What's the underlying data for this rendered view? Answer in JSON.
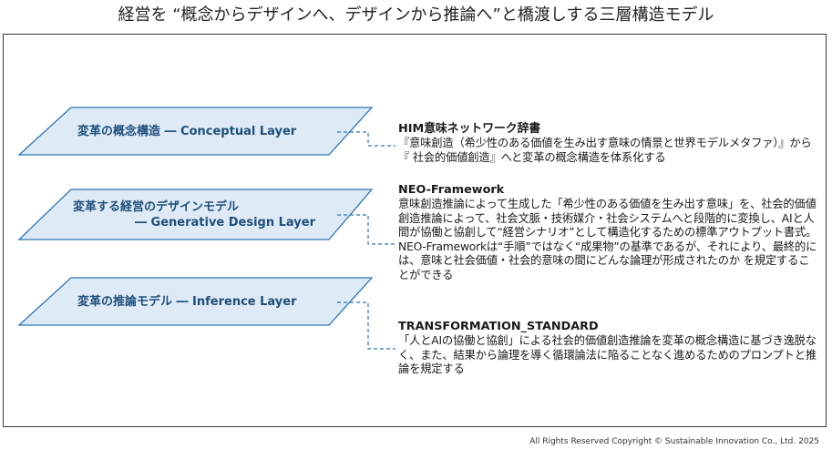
{
  "title": "経営を “概念からデザインへ、デザインから推論へ”と橋渡しする三層構造モデル",
  "colors": {
    "layer_fill": "#deebf7",
    "layer_stroke": "#2e75b6",
    "layer_text": "#1f4e79",
    "connector": "#2e75b6"
  },
  "layers": [
    {
      "line1": "変革の概念構造 ― Conceptual Layer",
      "line2": ""
    },
    {
      "line1": "変革する経営のデザインモデル",
      "line2": "― Generative Design Layer"
    },
    {
      "line1": "変革の推論モデル ― Inference Layer",
      "line2": ""
    }
  ],
  "descriptions": [
    {
      "title": "HIM意味ネットワーク辞書",
      "body": "『意味創造（希少性のある価値を生み出す意味の情景と世界モデルメタファ）』から『 社会的価値創造』へと変革の概念構造を体系化する"
    },
    {
      "title": "NEO-Framework",
      "body": "意味創造推論によって生成した「希少性のある価値を生み出す意味」を、社会的価値創造推論によって、社会文脈・技術媒介・社会システムへと段階的に変換し、AIと人間が協働と協創して“経営シナリオ”として構造化するための標準アウトプット書式。NEO-Frameworkは“手順”ではなく“成果物”の基準であるが、それにより、最終的には、意味と社会価値・社会的意味の間にどんな論理が形成されたのか を規定することができる"
    },
    {
      "title": "TRANSFORMATION_STANDARD",
      "body": "「人とAIの協働と協創」による社会的価値創造推論を変革の概念構造に基づき逸脱なく、また、結果から論理を導く循環論法に陥ることなく進めるためのプロンプトと推論を規定する"
    }
  ],
  "copyright": "All Rights Reserved Copyright © Sustainable Innovation Co., Ltd. 2025"
}
